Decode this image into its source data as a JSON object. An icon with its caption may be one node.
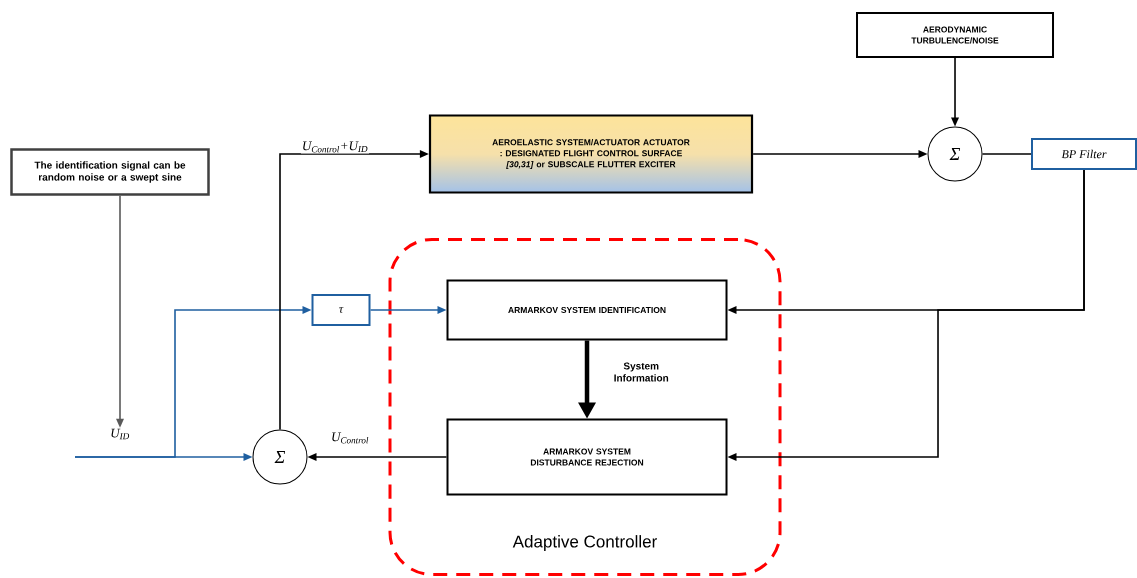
{
  "diagram": {
    "nodes": [
      {
        "text": [
          "The identification signal can be random noise or a swept sine"
        ]
      },
      {
        "text": [
          "AEROELASTIC SYSTEM/ACTUATOR ACTUATOR : DESIGNATED FLIGHT CONTROL SURFACE *[30,31]* or SUBSCALE FLUTTER EXCITER"
        ]
      },
      {
        "text": [
          "AERODYNAMIC TURBULENCE/NOISE"
        ]
      },
      {
        "text": [
          "Σ"
        ]
      },
      {
        "text": [
          "BP Filter"
        ]
      },
      {
        "text": [
          "τ"
        ]
      },
      {
        "text": [
          "Adaptive Controller"
        ]
      },
      {
        "text": [
          "ARMARKOV SYSTEM IDENTIFICATION"
        ],
        "in": 6
      },
      {
        "text": [
          "ARMARKOV SYSTEM DISTURBANCE REJECTION"
        ],
        "in": 6
      },
      {
        "text": [
          "Σ"
        ]
      },
      {
        "text": [
          "U$_{ID}$"
        ]
      }
    ],
    "edges": [
      {
        "from": 0,
        "to": 10,
        "arrow": "to",
        "color": "#595959"
      },
      {
        "from": null,
        "to": 9,
        "arrow": "to",
        "color": "#1f5fa0"
      },
      {
        "from": null,
        "to": 5,
        "arrow": "to",
        "color": "#1f5fa0"
      },
      {
        "from": 5,
        "to": 7,
        "arrow": "to",
        "color": "#1f5fa0"
      },
      {
        "from": 9,
        "to": 1,
        "arrow": "to",
        "label": "U$_{Control}$+U$_{ID}$"
      },
      {
        "from": 1,
        "to": 3,
        "arrow": "to"
      },
      {
        "from": 2,
        "to": 3,
        "arrow": "to"
      },
      {
        "from": 3,
        "to": 4,
        "arrow": "none"
      },
      {
        "from": 4,
        "to": 7,
        "arrow": "to"
      },
      {
        "from": 4,
        "to": 8,
        "arrow": "to"
      },
      {
        "from": 7,
        "to": 8,
        "arrow": "to",
        "style": "thick",
        "label": "System Information"
      },
      {
        "from": 8,
        "to": 9,
        "arrow": "to",
        "label": "U$_{Control}$"
      }
    ]
  }
}
